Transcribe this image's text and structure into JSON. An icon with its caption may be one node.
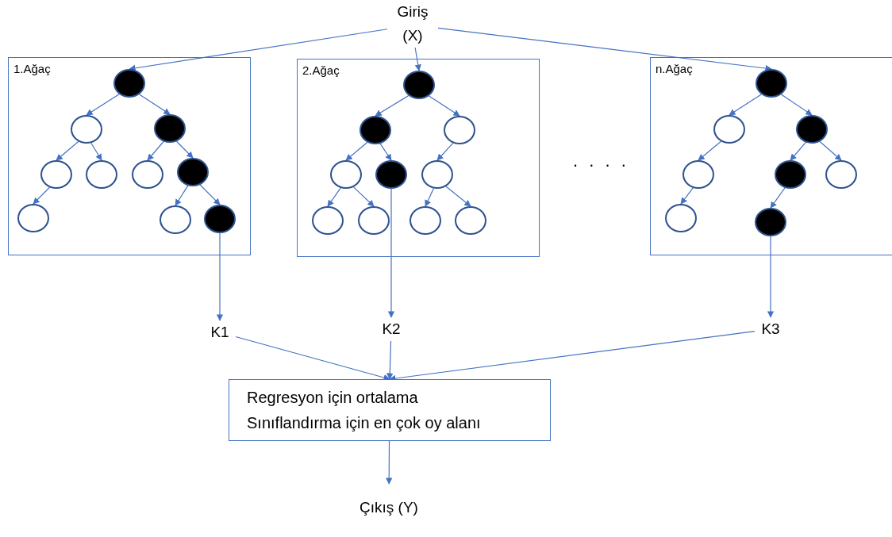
{
  "diagram": {
    "nodes": [
      {
        "text": [
          "Giriş (X)"
        ]
      },
      {
        "text": [
          "1.Ağaç"
        ]
      },
      {
        "text": [],
        "shape": "circle",
        "in": 1
      },
      {
        "text": [],
        "shape": "circle",
        "in": 1
      },
      {
        "text": [],
        "shape": "circle",
        "in": 1
      },
      {
        "text": [],
        "shape": "circle",
        "in": 1
      },
      {
        "text": [],
        "shape": "circle",
        "in": 1
      },
      {
        "text": [],
        "shape": "circle",
        "in": 1
      },
      {
        "text": [],
        "shape": "circle",
        "in": 1
      },
      {
        "text": [],
        "shape": "circle",
        "in": 1
      },
      {
        "text": [],
        "shape": "circle",
        "in": 1
      },
      {
        "text": [],
        "shape": "circle",
        "in": 1
      },
      {
        "text": [
          "2.Ağaç"
        ]
      },
      {
        "text": [],
        "shape": "circle",
        "in": 12
      },
      {
        "text": [],
        "shape": "circle",
        "in": 12
      },
      {
        "text": [],
        "shape": "circle",
        "in": 12
      },
      {
        "text": [],
        "shape": "circle",
        "in": 12
      },
      {
        "text": [],
        "shape": "circle",
        "in": 12
      },
      {
        "text": [],
        "shape": "circle",
        "in": 12
      },
      {
        "text": [],
        "shape": "circle",
        "in": 12
      },
      {
        "text": [],
        "shape": "circle",
        "in": 12
      },
      {
        "text": [],
        "shape": "circle",
        "in": 12
      },
      {
        "text": [],
        "shape": "circle",
        "in": 12
      },
      {
        "text": [
          "n.Ağaç"
        ]
      },
      {
        "text": [],
        "shape": "circle",
        "in": 23
      },
      {
        "text": [],
        "shape": "circle",
        "in": 23
      },
      {
        "text": [],
        "shape": "circle",
        "in": 23
      },
      {
        "text": [],
        "shape": "circle",
        "in": 23
      },
      {
        "text": [],
        "shape": "circle",
        "in": 23
      },
      {
        "text": [],
        "shape": "circle",
        "in": 23
      },
      {
        "text": [],
        "shape": "circle",
        "in": 23
      },
      {
        "text": [],
        "shape": "circle",
        "in": 23
      },
      {
        "text": [
          "K1"
        ]
      },
      {
        "text": [
          "K2"
        ]
      },
      {
        "text": [
          "K3"
        ]
      },
      {
        "text": [
          "Regresyon için ortalama",
          "Sınıflandırma için en çok oy alanı"
        ]
      },
      {
        "text": [
          "Çıkış (Y)"
        ]
      }
    ],
    "edges": [
      {
        "from": 0,
        "to": 2,
        "arrow": "to"
      },
      {
        "from": 0,
        "to": 13,
        "arrow": "to"
      },
      {
        "from": 0,
        "to": 24,
        "arrow": "to"
      },
      {
        "from": 2,
        "to": 3,
        "arrow": "to"
      },
      {
        "from": 2,
        "to": 4,
        "arrow": "to"
      },
      {
        "from": 3,
        "to": 5,
        "arrow": "to"
      },
      {
        "from": 3,
        "to": 6,
        "arrow": "to"
      },
      {
        "from": 4,
        "to": 7,
        "arrow": "to"
      },
      {
        "from": 4,
        "to": 8,
        "arrow": "to"
      },
      {
        "from": 5,
        "to": 9,
        "arrow": "to"
      },
      {
        "from": 8,
        "to": 10,
        "arrow": "to"
      },
      {
        "from": 8,
        "to": 11,
        "arrow": "to"
      },
      {
        "from": 13,
        "to": 14,
        "arrow": "to"
      },
      {
        "from": 13,
        "to": 15,
        "arrow": "to"
      },
      {
        "from": 14,
        "to": 16,
        "arrow": "to"
      },
      {
        "from": 14,
        "to": 17,
        "arrow": "to"
      },
      {
        "from": 15,
        "to": 18,
        "arrow": "to"
      },
      {
        "from": 16,
        "to": 19,
        "arrow": "to"
      },
      {
        "from": 16,
        "to": 20,
        "arrow": "to"
      },
      {
        "from": 18,
        "to": 21,
        "arrow": "to"
      },
      {
        "from": 18,
        "to": 22,
        "arrow": "to"
      },
      {
        "from": 24,
        "to": 25,
        "arrow": "to"
      },
      {
        "from": 24,
        "to": 26,
        "arrow": "to"
      },
      {
        "from": 25,
        "to": 27,
        "arrow": "to"
      },
      {
        "from": 26,
        "to": 28,
        "arrow": "to"
      },
      {
        "from": 26,
        "to": 29,
        "arrow": "to"
      },
      {
        "from": 27,
        "to": 30,
        "arrow": "to"
      },
      {
        "from": 28,
        "to": 31,
        "arrow": "to"
      },
      {
        "from": 11,
        "to": 32,
        "arrow": "to"
      },
      {
        "from": 17,
        "to": 33,
        "arrow": "to"
      },
      {
        "from": 31,
        "to": 34,
        "arrow": "to"
      },
      {
        "from": 32,
        "to": 35,
        "arrow": "to"
      },
      {
        "from": 33,
        "to": 35,
        "arrow": "to"
      },
      {
        "from": 34,
        "to": 35,
        "arrow": "to"
      },
      {
        "from": 35,
        "to": 36,
        "arrow": "to"
      }
    ],
    "labels": [
      ". . . ."
    ]
  }
}
